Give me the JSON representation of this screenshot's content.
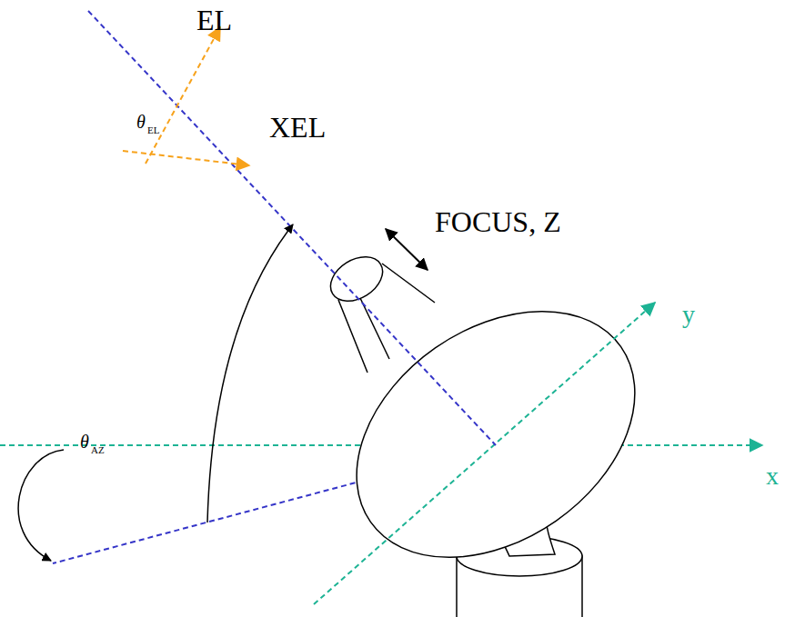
{
  "diagram": {
    "labels": [
      "EL",
      "XEL",
      "FOCUS, Z",
      "θ",
      "EL",
      "θ",
      "AZ",
      "x",
      "y"
    ]
  }
}
